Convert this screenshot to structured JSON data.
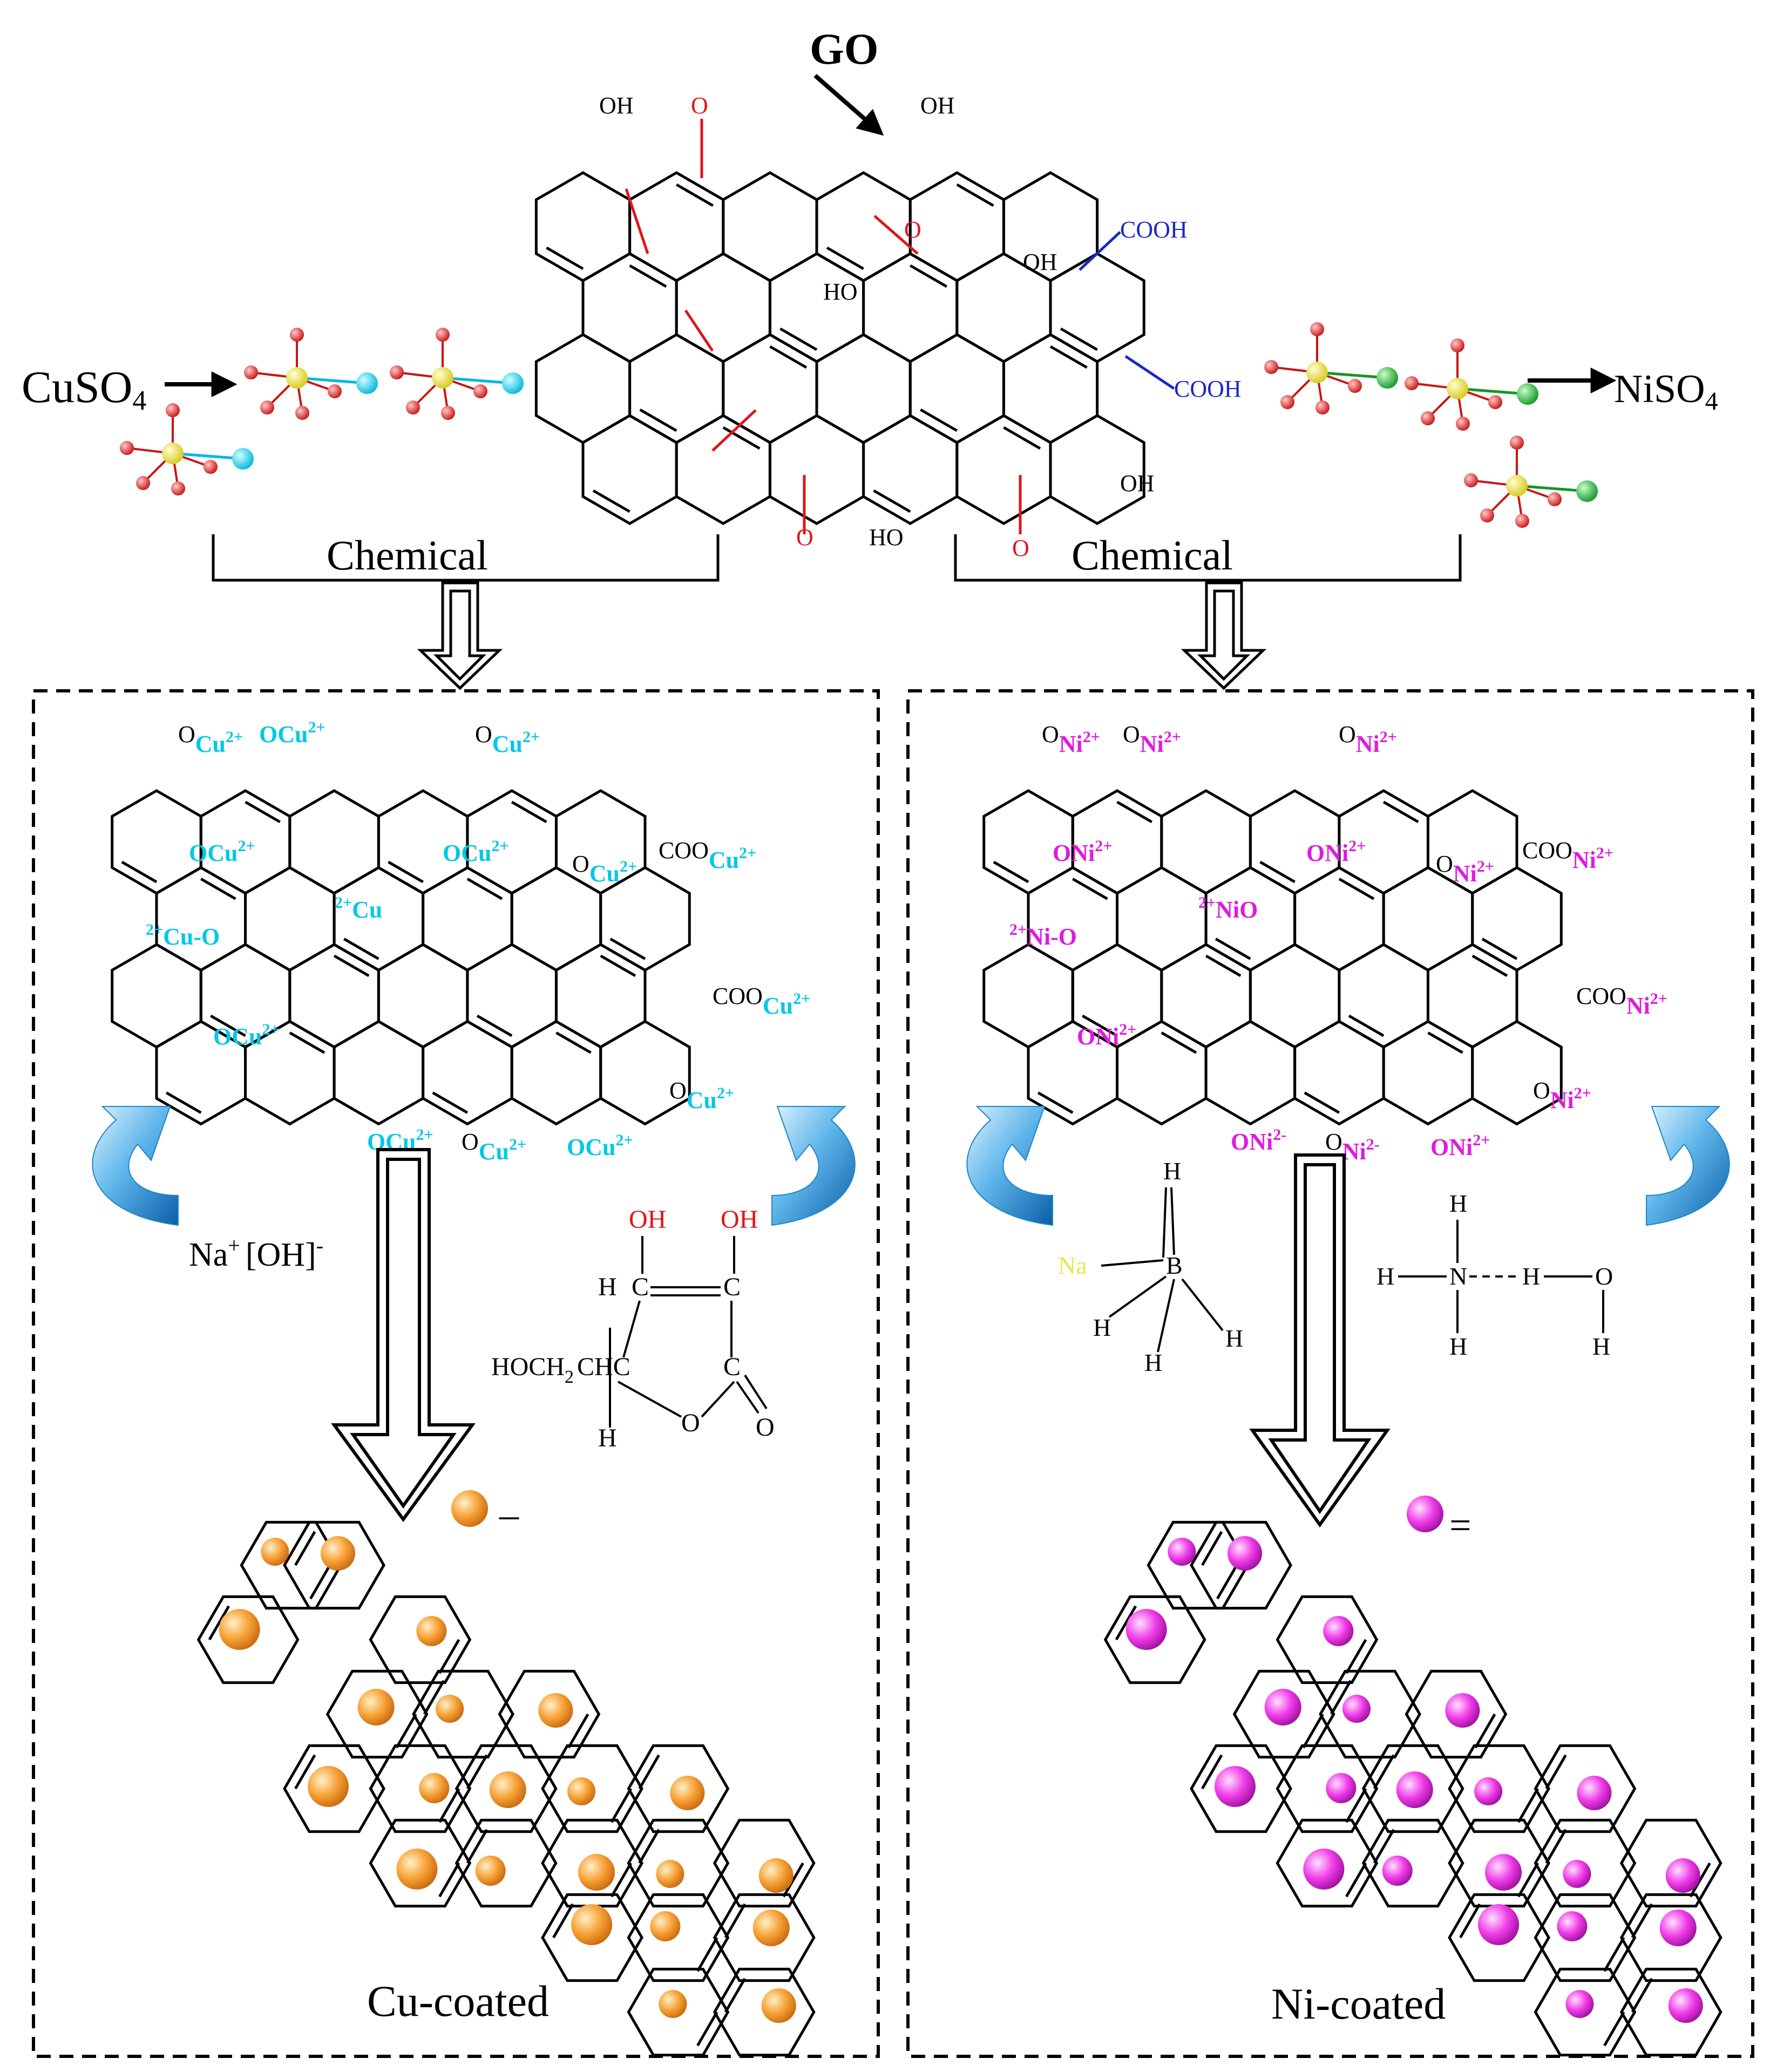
{
  "title": "GO",
  "top": {
    "cuso4": "CuSO",
    "niso4": "NiSO",
    "sub4": "4",
    "chemical_left": "Chemical",
    "chemical_right": "Chemical",
    "oh1": "OH",
    "o1": "O",
    "oh2": "OH",
    "o_epoxy": "O",
    "cooh1": "COOH",
    "oh3": "OH",
    "ho1": "HO",
    "cooh2": "COOH",
    "oh4": "OH",
    "o2": "O",
    "ho2": "HO",
    "o3": "O"
  },
  "cu_panel": {
    "ions": [
      "O",
      "Cu",
      "2+",
      "OCu",
      "2+",
      "O",
      "Cu",
      "2+",
      "OCu",
      "2+",
      "OCu",
      "2+",
      "O",
      "Cu",
      "2+",
      "COO",
      "Cu",
      "2+",
      "2+",
      "Cu-O",
      "2+",
      "Cu",
      "COO",
      "Cu",
      "2+",
      "OCu",
      "2+",
      "O",
      "Cu",
      "2+",
      "OCu",
      "2+",
      "O",
      "Cu",
      "2+",
      "OCu",
      "2+"
    ],
    "naoh": "Na",
    "naoh_sup": "+",
    "naoh_oh": "[OH]",
    "naoh_minus": "-",
    "acid": [
      "OH",
      "OH",
      "H",
      "C",
      "C",
      "HOCH",
      "2",
      "C",
      "HC",
      "C",
      "H",
      "O",
      "O"
    ],
    "caption": "Cu-coated",
    "legend": "–",
    "particle_color": "#f7a135"
  },
  "ni_panel": {
    "ions": [
      "O",
      "Ni",
      "2+",
      "O",
      "Ni",
      "2+",
      "O",
      "Ni",
      "2+",
      "ONi",
      "2+",
      "ONi",
      "2+",
      "O",
      "Ni",
      "2+",
      "COO",
      "Ni",
      "2+",
      "2+",
      "Ni-O",
      "2+",
      "NiO",
      "COO",
      "Ni",
      "2+",
      "ONi",
      "2+",
      "O",
      "Ni",
      "2+",
      "ONi",
      "2-",
      "O",
      "Ni",
      "2-",
      "ONi",
      "2+"
    ],
    "borohydride": [
      "H",
      "Na",
      "B",
      "H",
      "H",
      "H"
    ],
    "ammonia": [
      "H",
      "H",
      "N",
      "H",
      "O",
      "H",
      "H"
    ],
    "caption": "Ni-coated",
    "legend": "=",
    "particle_color": "#f03ce8"
  },
  "colors": {
    "cu_ion": "#00c8e6",
    "ni_ion": "#e01ae0",
    "red": "#e0151a",
    "blue": "#1a26c8",
    "arrow_blue": "#1f86c8",
    "yellow": "#e8e64a"
  }
}
